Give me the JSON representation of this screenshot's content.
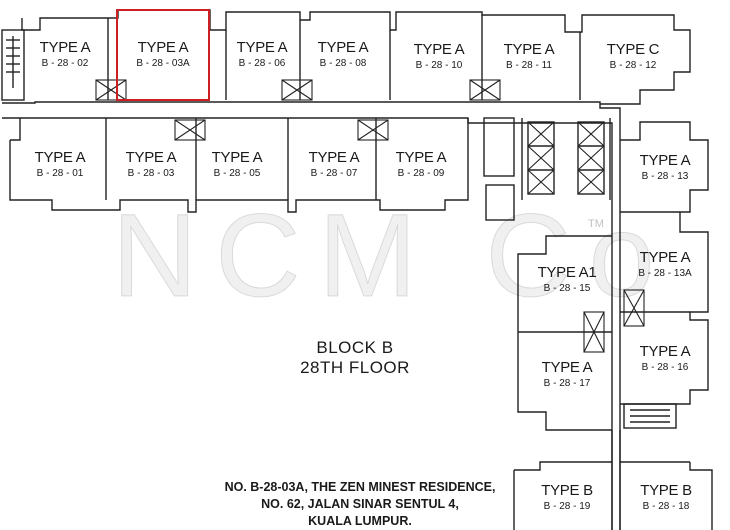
{
  "units": [
    {
      "id": "02",
      "type": "TYPE A",
      "code": "B - 28 - 02"
    },
    {
      "id": "03A",
      "type": "TYPE A",
      "code": "B - 28 - 03A"
    },
    {
      "id": "06",
      "type": "TYPE A",
      "code": "B - 28 - 06"
    },
    {
      "id": "08",
      "type": "TYPE A",
      "code": "B - 28 - 08"
    },
    {
      "id": "10",
      "type": "TYPE A",
      "code": "B - 28 - 10"
    },
    {
      "id": "11",
      "type": "TYPE A",
      "code": "B - 28 - 11"
    },
    {
      "id": "12",
      "type": "TYPE C",
      "code": "B - 28 - 12"
    },
    {
      "id": "01",
      "type": "TYPE A",
      "code": "B - 28 - 01"
    },
    {
      "id": "03",
      "type": "TYPE A",
      "code": "B - 28 - 03"
    },
    {
      "id": "05",
      "type": "TYPE A",
      "code": "B - 28 - 05"
    },
    {
      "id": "07",
      "type": "TYPE A",
      "code": "B - 28 - 07"
    },
    {
      "id": "09",
      "type": "TYPE A",
      "code": "B - 28 - 09"
    },
    {
      "id": "13",
      "type": "TYPE A",
      "code": "B - 28 - 13"
    },
    {
      "id": "13A",
      "type": "TYPE A",
      "code": "B - 28 - 13A"
    },
    {
      "id": "15",
      "type": "TYPE A1",
      "code": "B - 28 - 15"
    },
    {
      "id": "16",
      "type": "TYPE A",
      "code": "B - 28 - 16"
    },
    {
      "id": "17",
      "type": "TYPE A",
      "code": "B - 28 - 17"
    },
    {
      "id": "19",
      "type": "TYPE B",
      "code": "B - 28 - 19"
    },
    {
      "id": "18",
      "type": "TYPE B",
      "code": "B - 28 - 18"
    }
  ],
  "highlighted_unit": "03A",
  "highlight_color": "#cc1f1f",
  "block_label": "BLOCK B",
  "floor_label": "28TH FLOOR",
  "address": {
    "line1": "NO. B-28-03A, THE ZEN MINEST RESIDENCE,",
    "line2": "NO. 62, JALAN SINAR SENTUL 4,",
    "line3": "KUALA LUMPUR."
  },
  "watermark": "NCM Co",
  "trademark": "TM"
}
